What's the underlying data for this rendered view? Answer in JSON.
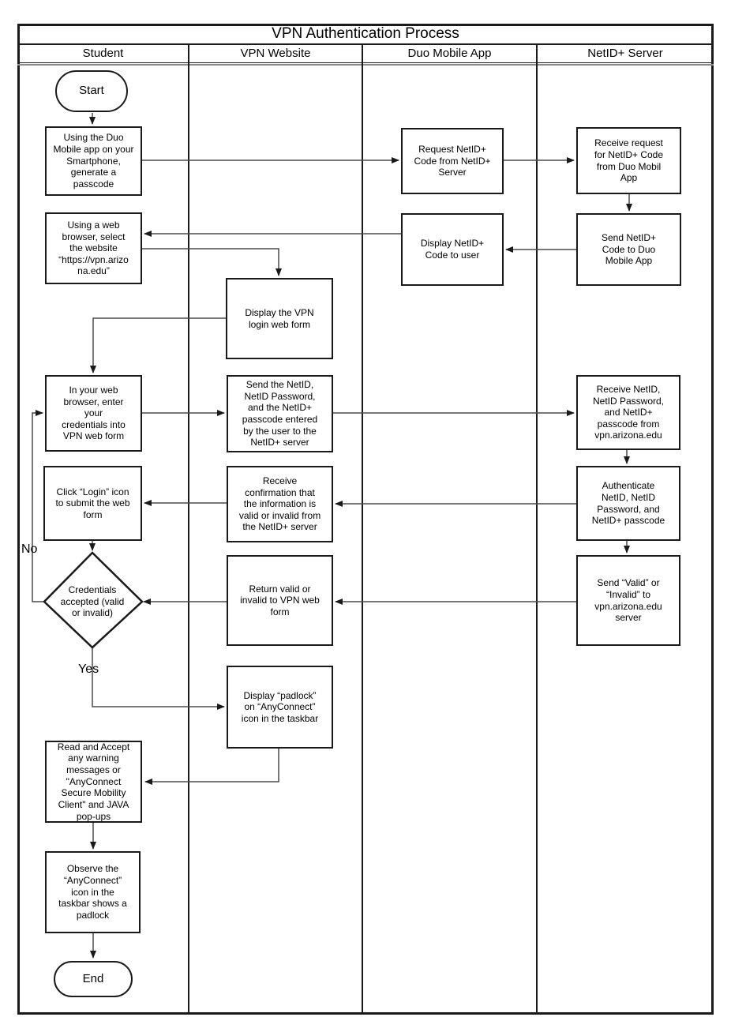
{
  "title": "VPN Authentication Process",
  "lanes": [
    "Student",
    "VPN Website",
    "Duo Mobile App",
    "NetID+ Server"
  ],
  "branch": {
    "no": "No",
    "yes": "Yes"
  },
  "colors": {
    "background": "#ffffff",
    "border": "#1a1a1a",
    "connector": "#4a4a4a"
  },
  "nodes": {
    "start": "Start",
    "generate_passcode": "Using the Duo\nMobile app on your\nSmartphone,\ngenerate a\npasscode",
    "open_vpn_website": "Using a web\nbrowser, select\nthe website\n“https://vpn.arizo\nna.edu”",
    "enter_credentials": "In your web\nbrowser, enter\nyour\ncredentials into\nVPN web form",
    "click_login": "Click “Login” icon\nto submit the web\nform",
    "credentials_accepted": "Credentials\naccepted (valid\nor invalid)",
    "read_accept_popups": "Read and Accept\nany warning\nmessages or\n\"AnyConnect\nSecure Mobility\nClient\" and JAVA\npop-ups",
    "observe_padlock": "Observe the\n“AnyConnect”\nicon in the\ntaskbar shows a\npadlock",
    "end": "End",
    "display_login_form": "Display the VPN\nlogin web form",
    "send_netid_info": "Send the NetID,\nNetID Password,\nand the NetID+\npasscode entered\nby the user to the\nNetID+ server",
    "receive_confirmation": "Receive\nconfirmation that\nthe information is\nvalid or invalid from\nthe NetID+ server",
    "return_valid_invalid": "Return valid or\ninvalid to VPN web\nform",
    "display_padlock_icon": "Display “padlock”\non “AnyConnect”\nicon in the taskbar",
    "request_code": "Request NetID+\nCode from NetID+\nServer",
    "display_code": "Display NetID+\nCode to user",
    "receive_request": "Receive request\nfor NetID+ Code\nfrom Duo Mobil\nApp",
    "send_code": "Send NetID+\nCode to Duo\nMobile App",
    "receive_netid_info": "Receive NetID,\nNetID Password,\nand NetID+\npasscode from\nvpn.arizona.edu",
    "authenticate": "Authenticate\nNetID, NetID\nPassword, and\nNetID+ passcode",
    "send_valid_invalid": "Send “Valid” or\n“Invalid” to\nvpn.arizona.edu\nserver"
  }
}
